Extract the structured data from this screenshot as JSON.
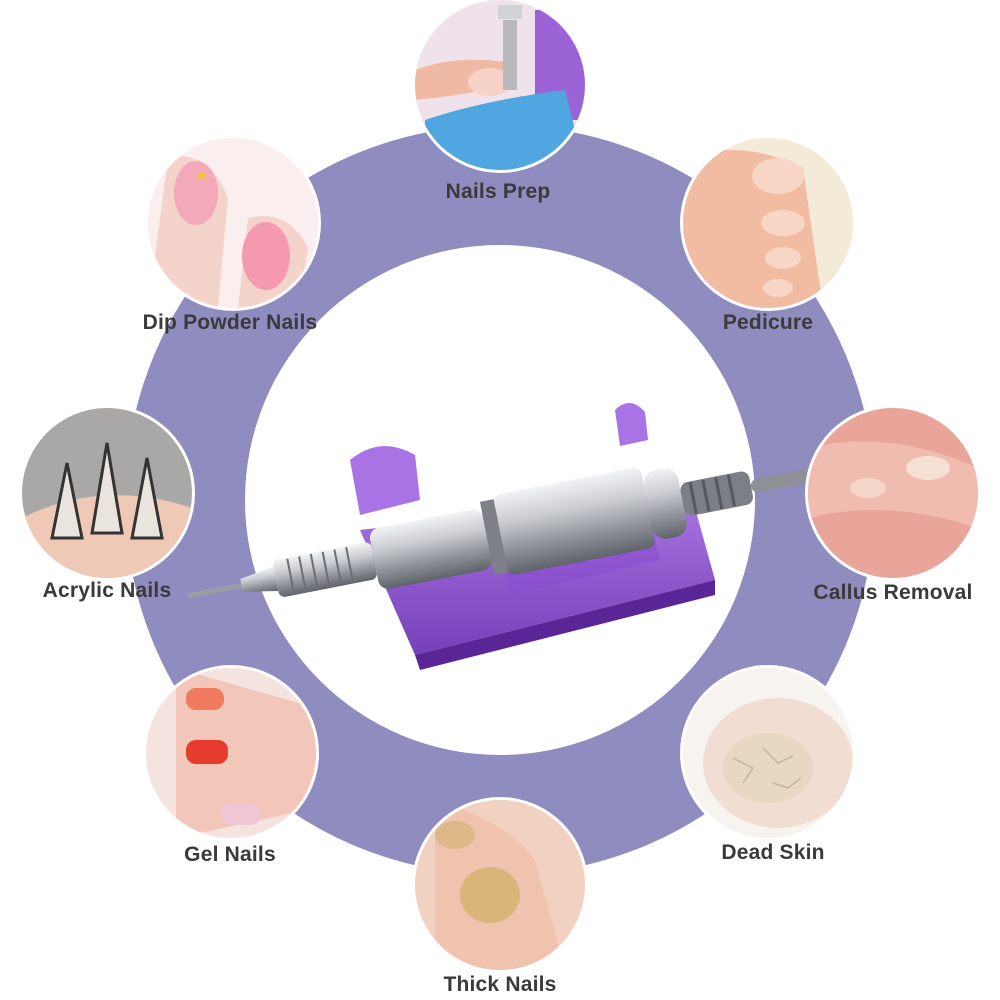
{
  "uses": [
    {
      "id": "nails-prep",
      "label": "Nails Prep"
    },
    {
      "id": "pedicure",
      "label": "Pedicure"
    },
    {
      "id": "callus-removal",
      "label": "Callus Removal"
    },
    {
      "id": "dead-skin",
      "label": "Dead Skin"
    },
    {
      "id": "thick-nails",
      "label": "Thick Nails"
    },
    {
      "id": "gel-nails",
      "label": "Gel Nails"
    },
    {
      "id": "acrylic-nails",
      "label": "Acrylic Nails"
    },
    {
      "id": "dip-powder-nails",
      "label": "Dip Powder Nails"
    }
  ],
  "colors": {
    "ring": "#8f8cc0",
    "label": "#3a3a3a",
    "stand": "#7b3fc4",
    "handpiece": "#b9bcc2"
  }
}
